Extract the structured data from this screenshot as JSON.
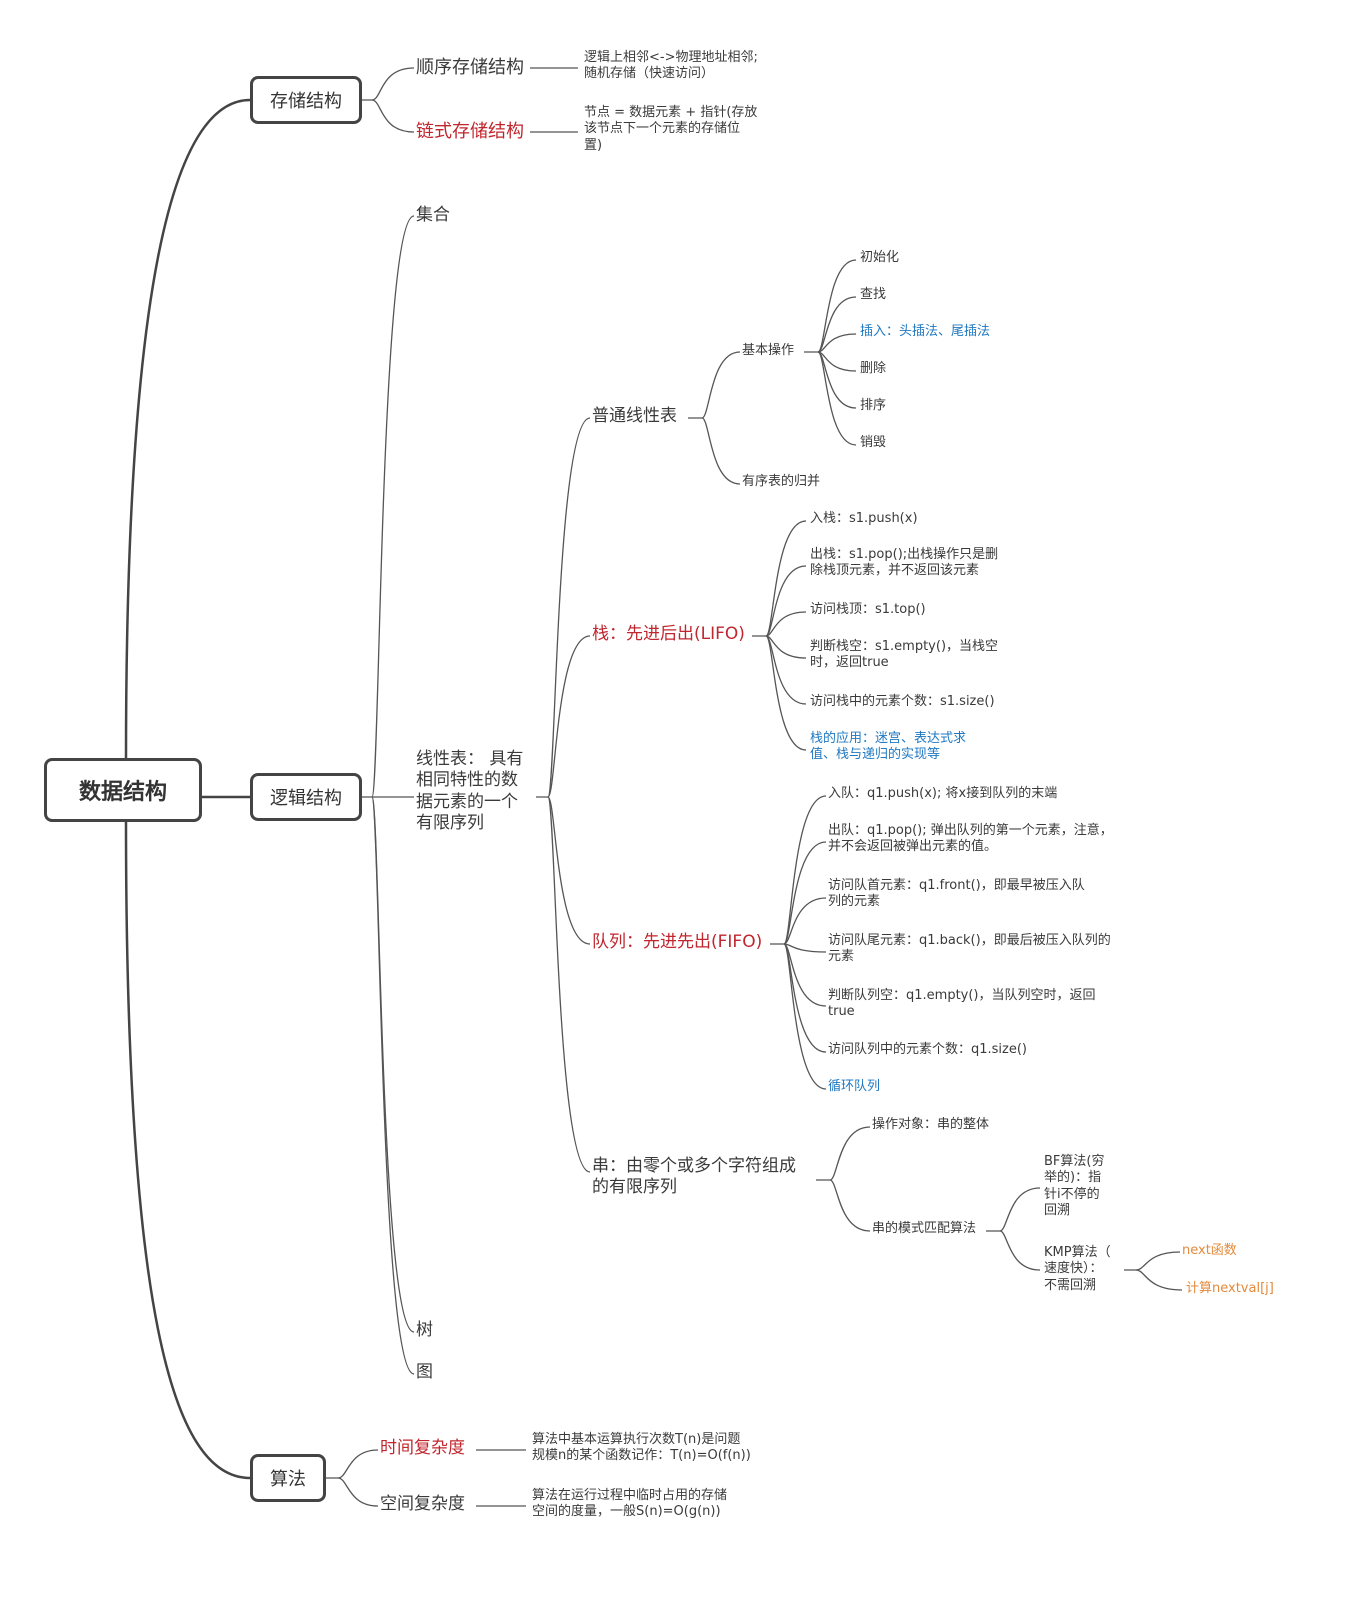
{
  "root": "数据结构",
  "storage": {
    "label": "存储结构",
    "sequential": "顺序存储结构",
    "sequential_desc": [
      "逻辑上相邻<->物理地址相邻;",
      "随机存储（快速访问）"
    ],
    "linked": "链式存储结构",
    "linked_desc": [
      "节点 = 数据元素 + 指针(存放",
      "该节点下一个元素的存储位",
      "置)"
    ]
  },
  "logical": {
    "label": "逻辑结构",
    "set": "集合",
    "linear": [
      "线性表： 具有",
      "相同特性的数",
      "据元素的一个",
      "有限序列"
    ],
    "tree": "树",
    "graph": "图",
    "normal_list": {
      "label": "普通线性表",
      "basic_ops": "基本操作",
      "ops": [
        "初始化",
        "查找",
        "插入：头插法、尾插法",
        "删除",
        "排序",
        "销毁"
      ],
      "merge": "有序表的归并"
    },
    "stack": {
      "label": "栈：先进后出(LIFO)",
      "push": "入栈：s1.push(x)",
      "pop": [
        "出栈：s1.pop();出栈操作只是删",
        "除栈顶元素，并不返回该元素"
      ],
      "top": "访问栈顶：s1.top()",
      "empty": [
        "判断栈空：s1.empty()，当栈空",
        "时，返回true"
      ],
      "size": "访问栈中的元素个数：s1.size()",
      "apps": [
        "栈的应用：迷宫、表达式求",
        "值、栈与递归的实现等"
      ]
    },
    "queue": {
      "label": "队列：先进先出(FIFO)",
      "push": "入队：q1.push(x); 将x接到队列的末端",
      "pop": [
        "出队：q1.pop(); 弹出队列的第一个元素，注意，",
        "并不会返回被弹出元素的值。"
      ],
      "front": [
        "访问队首元素：q1.front()，即最早被压入队",
        "列的元素"
      ],
      "back": [
        "访问队尾元素：q1.back()，即最后被压入队列的",
        "元素"
      ],
      "empty": [
        "判断队列空：q1.empty()，当队列空时，返回",
        "true"
      ],
      "size": "访问队列中的元素个数：q1.size()",
      "circular": "循环队列"
    },
    "string": {
      "label": [
        "串：由零个或多个字符组成",
        "的有限序列"
      ],
      "object": "操作对象：串的整体",
      "match": "串的模式匹配算法",
      "bf": [
        "BF算法(穷",
        "举的)：指",
        "针i不停的",
        "回溯"
      ],
      "kmp": [
        "KMP算法（",
        "速度快）：",
        "不需回溯"
      ],
      "next": "next函数",
      "nextval": "计算nextval[j]"
    }
  },
  "algorithm": {
    "label": "算法",
    "time": "时间复杂度",
    "time_desc": [
      "算法中基本运算执行次数T(n)是问题",
      "规模n的某个函数记作：T(n)=O(f(n))"
    ],
    "space": "空间复杂度",
    "space_desc": [
      "算法在运行过程中临时占用的存储",
      "空间的度量，一般S(n)=O(g(n))"
    ]
  },
  "colors": {
    "line": "#444444",
    "red": "#c0262d",
    "blue": "#1f78c1",
    "orange": "#e38a3c"
  }
}
